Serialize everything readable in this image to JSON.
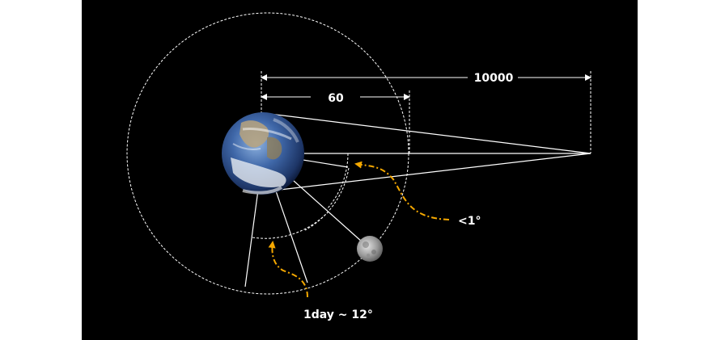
{
  "labels": {
    "far_distance": "10000",
    "near_distance": "60",
    "far_angle": "<1°",
    "daily_angle": "1day ~ 12°"
  },
  "colors": {
    "background": "#000000",
    "lines": "#ffffff",
    "arrows": "#f5a800"
  },
  "icons": {
    "earth": "earth-globe",
    "moon": "moon"
  }
}
